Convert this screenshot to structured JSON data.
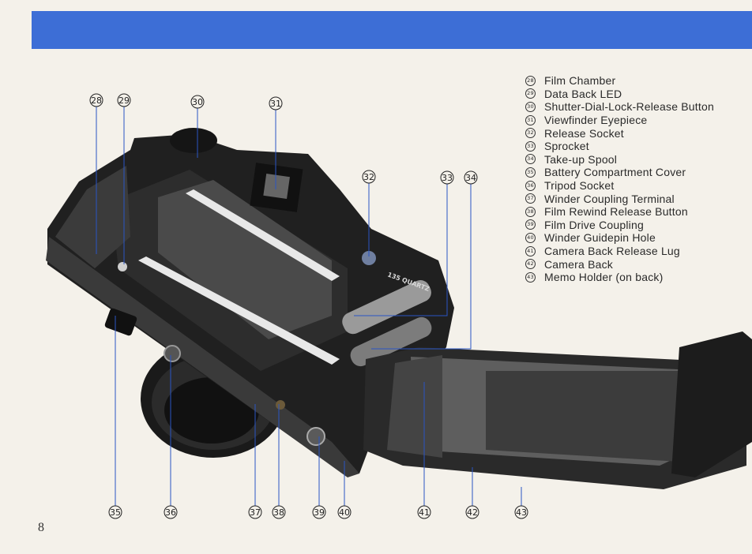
{
  "page": {
    "number": "8"
  },
  "colors": {
    "header_band": "#3d6ed6",
    "leader_lines": "#2a55c4",
    "paper": "#f4f1ea"
  },
  "photo": {
    "imprint": "135 QUARTZ",
    "callouts_top": [
      "28",
      "29",
      "30",
      "31",
      "32",
      "33",
      "34"
    ],
    "callouts_bottom": [
      "35",
      "36",
      "37",
      "38",
      "39",
      "40",
      "41",
      "42",
      "43"
    ]
  },
  "legend": [
    {
      "num": "28",
      "label": "Film Chamber"
    },
    {
      "num": "29",
      "label": "Data Back LED"
    },
    {
      "num": "30",
      "label": "Shutter-Dial-Lock-Release Button"
    },
    {
      "num": "31",
      "label": "Viewfinder Eyepiece"
    },
    {
      "num": "32",
      "label": "Release Socket"
    },
    {
      "num": "33",
      "label": "Sprocket"
    },
    {
      "num": "34",
      "label": "Take-up Spool"
    },
    {
      "num": "35",
      "label": "Battery Compartment Cover"
    },
    {
      "num": "36",
      "label": "Tripod Socket"
    },
    {
      "num": "37",
      "label": "Winder Coupling Terminal"
    },
    {
      "num": "38",
      "label": "Film Rewind Release Button"
    },
    {
      "num": "39",
      "label": "Film Drive Coupling"
    },
    {
      "num": "40",
      "label": "Winder Guidepin Hole"
    },
    {
      "num": "41",
      "label": "Camera Back Release Lug"
    },
    {
      "num": "42",
      "label": "Camera Back"
    },
    {
      "num": "43",
      "label": "Memo Holder (on back)"
    }
  ]
}
